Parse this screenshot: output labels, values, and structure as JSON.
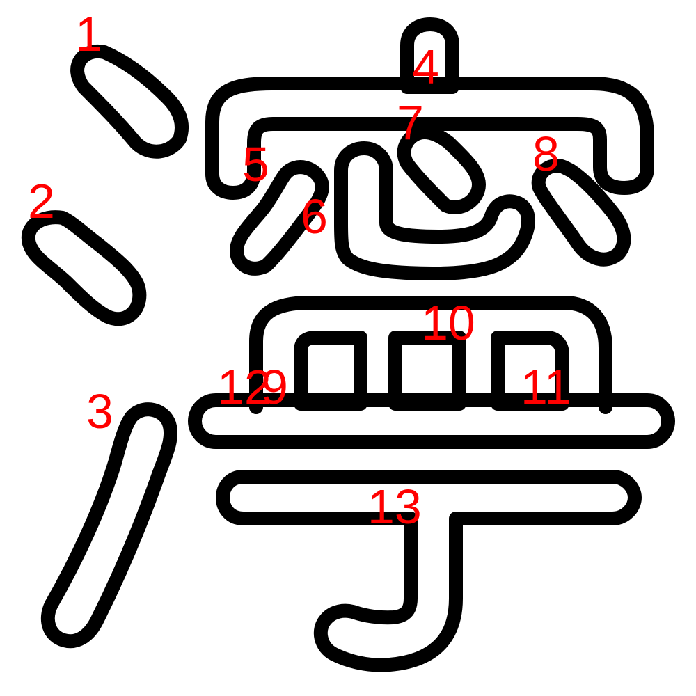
{
  "colors": {
    "outline": "#000000",
    "number": "#ff0000",
    "background": "#ffffff"
  },
  "strokes": [
    {
      "number": "1"
    },
    {
      "number": "2"
    },
    {
      "number": "3"
    },
    {
      "number": "4"
    },
    {
      "number": "5"
    },
    {
      "number": "6"
    },
    {
      "number": "7"
    },
    {
      "number": "8"
    },
    {
      "number": "9"
    },
    {
      "number": "10"
    },
    {
      "number": "11"
    },
    {
      "number": "12"
    },
    {
      "number": "13"
    }
  ]
}
